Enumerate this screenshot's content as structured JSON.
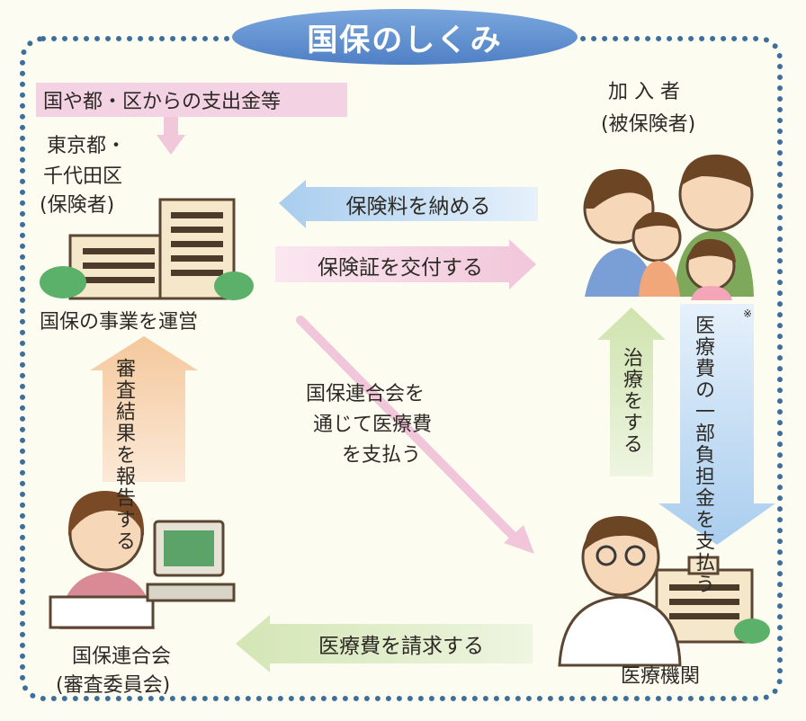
{
  "title": "国保のしくみ",
  "funding_label": "国や都・区からの支出金等",
  "insurer": {
    "line1": "東京都・",
    "line2": "千代田区",
    "line3": "(保険者)",
    "caption": "国保の事業を運営"
  },
  "insured": {
    "line1": "加 入 者",
    "line2": "(被保険者)"
  },
  "federation": {
    "line1": "国保連合会",
    "line2": "(審査委員会)"
  },
  "medical": {
    "caption": "医療機関"
  },
  "arrows": {
    "pay_premium": "保険料を納める",
    "issue_card": "保険証を交付する",
    "report_results": "審査結果を報告する",
    "via_federation_1": "国保連合会を",
    "via_federation_2": "通じて医療費",
    "via_federation_3": "を支払う",
    "treatment": "治療をする",
    "copay_note": "※",
    "copay": "医療費の一部負担金を支払う",
    "claim": "医療費を請求する"
  },
  "colors": {
    "title_bg": "#5a8bcb",
    "frame_dots": "#3d6f9e",
    "arrow_blue": "#cfe3f6",
    "arrow_pink": "#f3d2e3",
    "arrow_green": "#e0ecc9",
    "arrow_orange": "#f8dcc0"
  }
}
